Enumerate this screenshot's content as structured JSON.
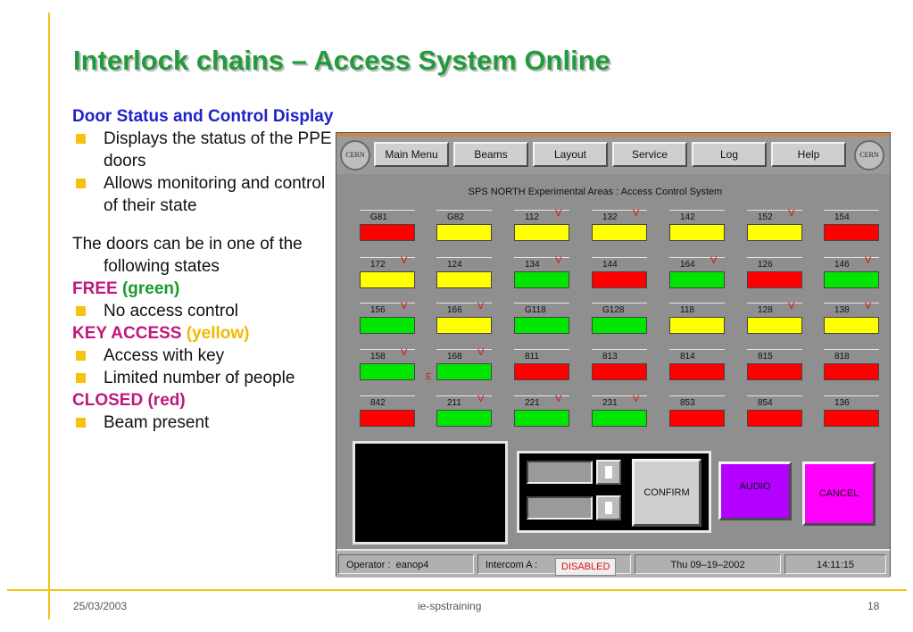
{
  "slide": {
    "title": "Interlock chains – Access System Online",
    "footer_date": "25/03/2003",
    "footer_center": "ie-spstraining",
    "footer_page": "18"
  },
  "left": {
    "subtitle": "Door Status and Control Display",
    "bullets1": [
      "Displays the status of the PPE doors",
      "Allows monitoring and control of their state"
    ],
    "states_intro": "The doors can be in one of the following states",
    "free_label": "FREE",
    "free_color": "(green)",
    "free_bullets": [
      "No access control"
    ],
    "key_label": "KEY ACCESS",
    "key_color": "(yellow)",
    "key_bullets": [
      "Access with key",
      "Limited number of people"
    ],
    "closed_label": "CLOSED",
    "closed_color": "(red)",
    "closed_bullets": [
      "Beam present"
    ]
  },
  "screen": {
    "logo_text": "CERN",
    "menu": [
      "Main Menu",
      "Beams",
      "Layout",
      "Service",
      "Log",
      "Help"
    ],
    "system_title": "SPS NORTH Experimental Areas : Access Control System",
    "state_colors": {
      "red": "#ff0000",
      "yellow": "#ffff00",
      "green": "#00e600"
    },
    "doors": [
      [
        {
          "id": "G81",
          "v": false,
          "state": "red"
        },
        {
          "id": "G82",
          "v": false,
          "state": "yellow"
        },
        {
          "id": "112",
          "v": true,
          "state": "yellow"
        },
        {
          "id": "132",
          "v": true,
          "state": "yellow"
        },
        {
          "id": "142",
          "v": false,
          "state": "yellow"
        },
        {
          "id": "152",
          "v": true,
          "state": "yellow"
        },
        {
          "id": "154",
          "v": false,
          "state": "red"
        }
      ],
      [
        {
          "id": "172",
          "v": true,
          "state": "yellow"
        },
        {
          "id": "124",
          "v": false,
          "state": "yellow"
        },
        {
          "id": "134",
          "v": true,
          "state": "green"
        },
        {
          "id": "144",
          "v": false,
          "state": "red"
        },
        {
          "id": "164",
          "v": true,
          "state": "green"
        },
        {
          "id": "126",
          "v": false,
          "state": "red"
        },
        {
          "id": "146",
          "v": true,
          "state": "green"
        }
      ],
      [
        {
          "id": "156",
          "v": true,
          "state": "green"
        },
        {
          "id": "166",
          "v": true,
          "state": "yellow"
        },
        {
          "id": "G118",
          "v": false,
          "state": "green"
        },
        {
          "id": "G128",
          "v": false,
          "state": "green"
        },
        {
          "id": "118",
          "v": false,
          "state": "yellow"
        },
        {
          "id": "128",
          "v": true,
          "state": "yellow"
        },
        {
          "id": "138",
          "v": true,
          "state": "yellow"
        }
      ],
      [
        {
          "id": "158",
          "v": true,
          "state": "green"
        },
        {
          "id": "168",
          "v": true,
          "state": "green"
        },
        {
          "id": "811",
          "v": false,
          "state": "red"
        },
        {
          "id": "813",
          "v": false,
          "state": "red"
        },
        {
          "id": "814",
          "v": false,
          "state": "red"
        },
        {
          "id": "815",
          "v": false,
          "state": "red"
        },
        {
          "id": "818",
          "v": false,
          "state": "red"
        }
      ],
      [
        {
          "id": "842",
          "v": false,
          "state": "red"
        },
        {
          "id": "211",
          "v": true,
          "state": "green"
        },
        {
          "id": "221",
          "v": true,
          "state": "green"
        },
        {
          "id": "231",
          "v": true,
          "state": "green"
        },
        {
          "id": "853",
          "v": false,
          "state": "red"
        },
        {
          "id": "854",
          "v": false,
          "state": "red"
        },
        {
          "id": "136",
          "v": false,
          "state": "red"
        }
      ]
    ],
    "v_mark": "V",
    "e_mark": "E",
    "confirm_label": "CONFIRM",
    "audio_label": "AUDIO",
    "cancel_label": "CANCEL",
    "audio_color": "#b300ff",
    "cancel_color": "#ff00ff",
    "operator_label": "Operator :",
    "operator_value": "eanop4",
    "intercom_label": "Intercom A :",
    "intercom_value": "DISABLED",
    "date": "Thu 09–19–2002",
    "time": "14:11:15"
  }
}
